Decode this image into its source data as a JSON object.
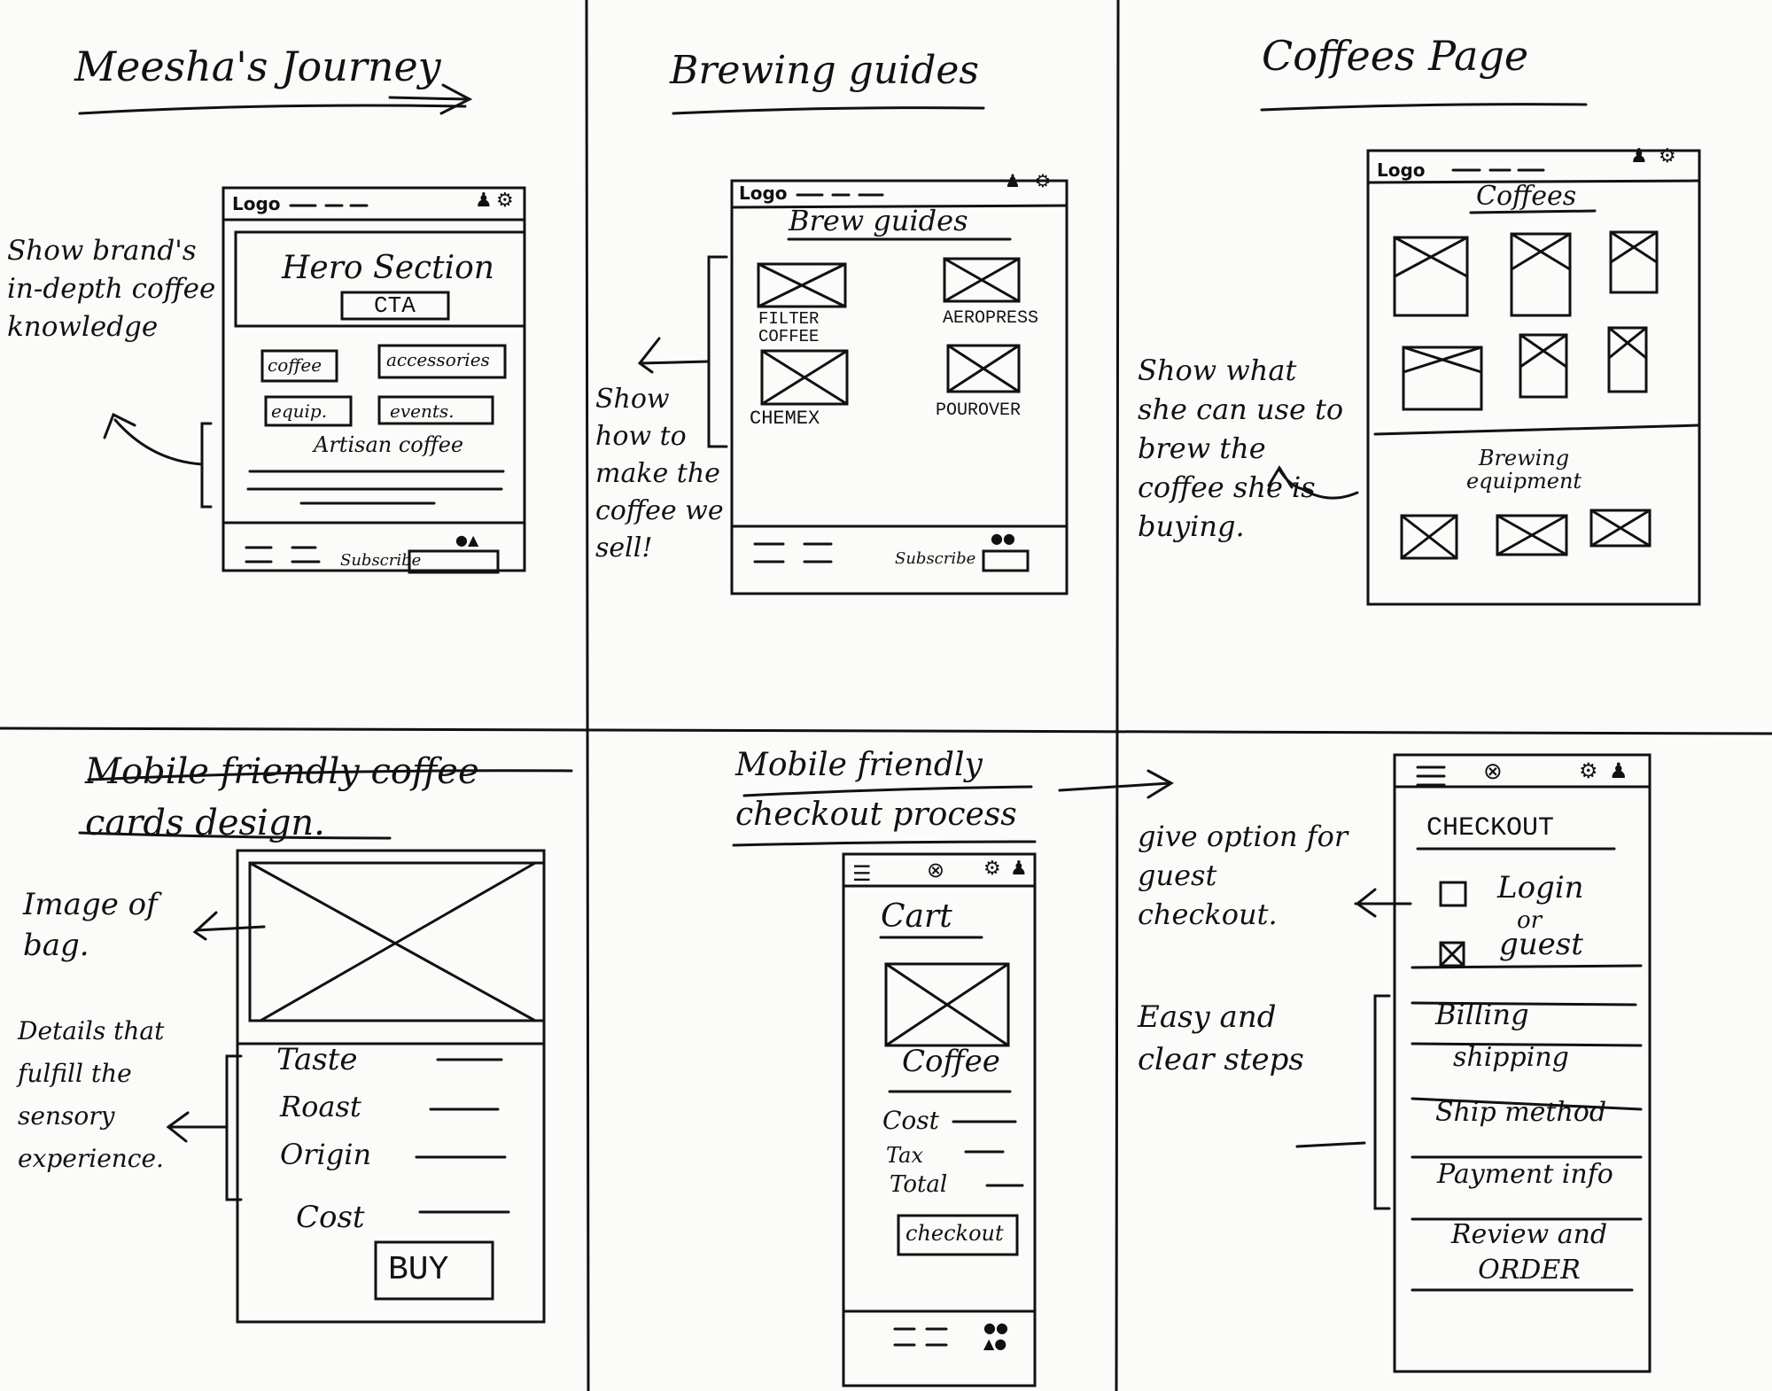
{
  "panels": {
    "journey": {
      "title": "Meesha's Journey",
      "note": "Show brand's in-depth coffee knowledge",
      "wireframe": {
        "logo": "Logo",
        "hero": "Hero Section",
        "cta": "CTA",
        "tiles": [
          "coffee",
          "accessories",
          "equip.",
          "events."
        ],
        "artisan": "Artisan coffee",
        "subscribe": "Subscribe"
      }
    },
    "brewing": {
      "title": "Brewing guides",
      "note": "Show how to make the coffee we sell!",
      "wireframe": {
        "logo": "Logo",
        "heading": "Brew guides",
        "guides": [
          "FILTER COFFEE",
          "AEROPRESS",
          "CHEMEX",
          "POUROVER"
        ],
        "subscribe": "Subscribe"
      }
    },
    "coffees": {
      "title": "Coffees Page",
      "note": "Show what she can use to brew the coffee she is buying.",
      "wireframe": {
        "logo": "Logo",
        "heading": "Coffees",
        "equipment": "Brewing equipment"
      }
    },
    "cards": {
      "title": "Mobile friendly coffee cards design.",
      "note_image": "Image of bag.",
      "note_details": "Details that fulfill the sensory experience.",
      "wireframe": {
        "fields": [
          "Taste",
          "Roast",
          "Origin",
          "Cost"
        ],
        "buy": "BUY"
      }
    },
    "checkout_process": {
      "title": "Mobile friendly checkout process",
      "wireframe": {
        "heading": "Cart",
        "item": "Coffee",
        "lines": [
          "Cost",
          "Tax",
          "Total"
        ],
        "button": "checkout"
      }
    },
    "checkout": {
      "note_guest": "give option for guest checkout.",
      "note_steps": "Easy and clear steps",
      "wireframe": {
        "heading": "CHECKOUT",
        "login": "Login",
        "or": "or",
        "guest": "guest",
        "steps": [
          "Billing",
          "shipping",
          "Ship method",
          "Payment info",
          "Review and ORDER"
        ]
      }
    }
  }
}
